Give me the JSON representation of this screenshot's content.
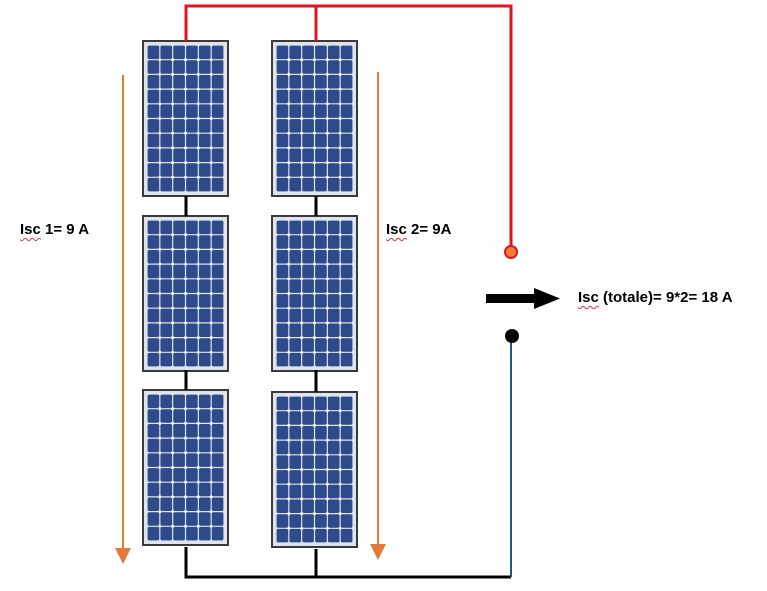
{
  "labels": {
    "isc1_prefix": "Isc",
    "isc1_rest": " 1= 9 A",
    "isc2_prefix": "Isc",
    "isc2_rest": " 2= 9A",
    "total_prefix": "Isc",
    "total_rest": " (totale)= 9*2= 18 A"
  },
  "colors": {
    "positive_wire": "#e0141c",
    "negative_wire": "#000000",
    "return_wire": "#1f5a78",
    "current_arrow": "#e07a3a",
    "positive_terminal": "#f07a3a",
    "panel_cell": "#2d4a8a",
    "panel_frame": "#3a3a3a"
  },
  "array": {
    "strings": 2,
    "panels_per_string": 3,
    "cell_columns": 6,
    "cell_rows": 10
  }
}
